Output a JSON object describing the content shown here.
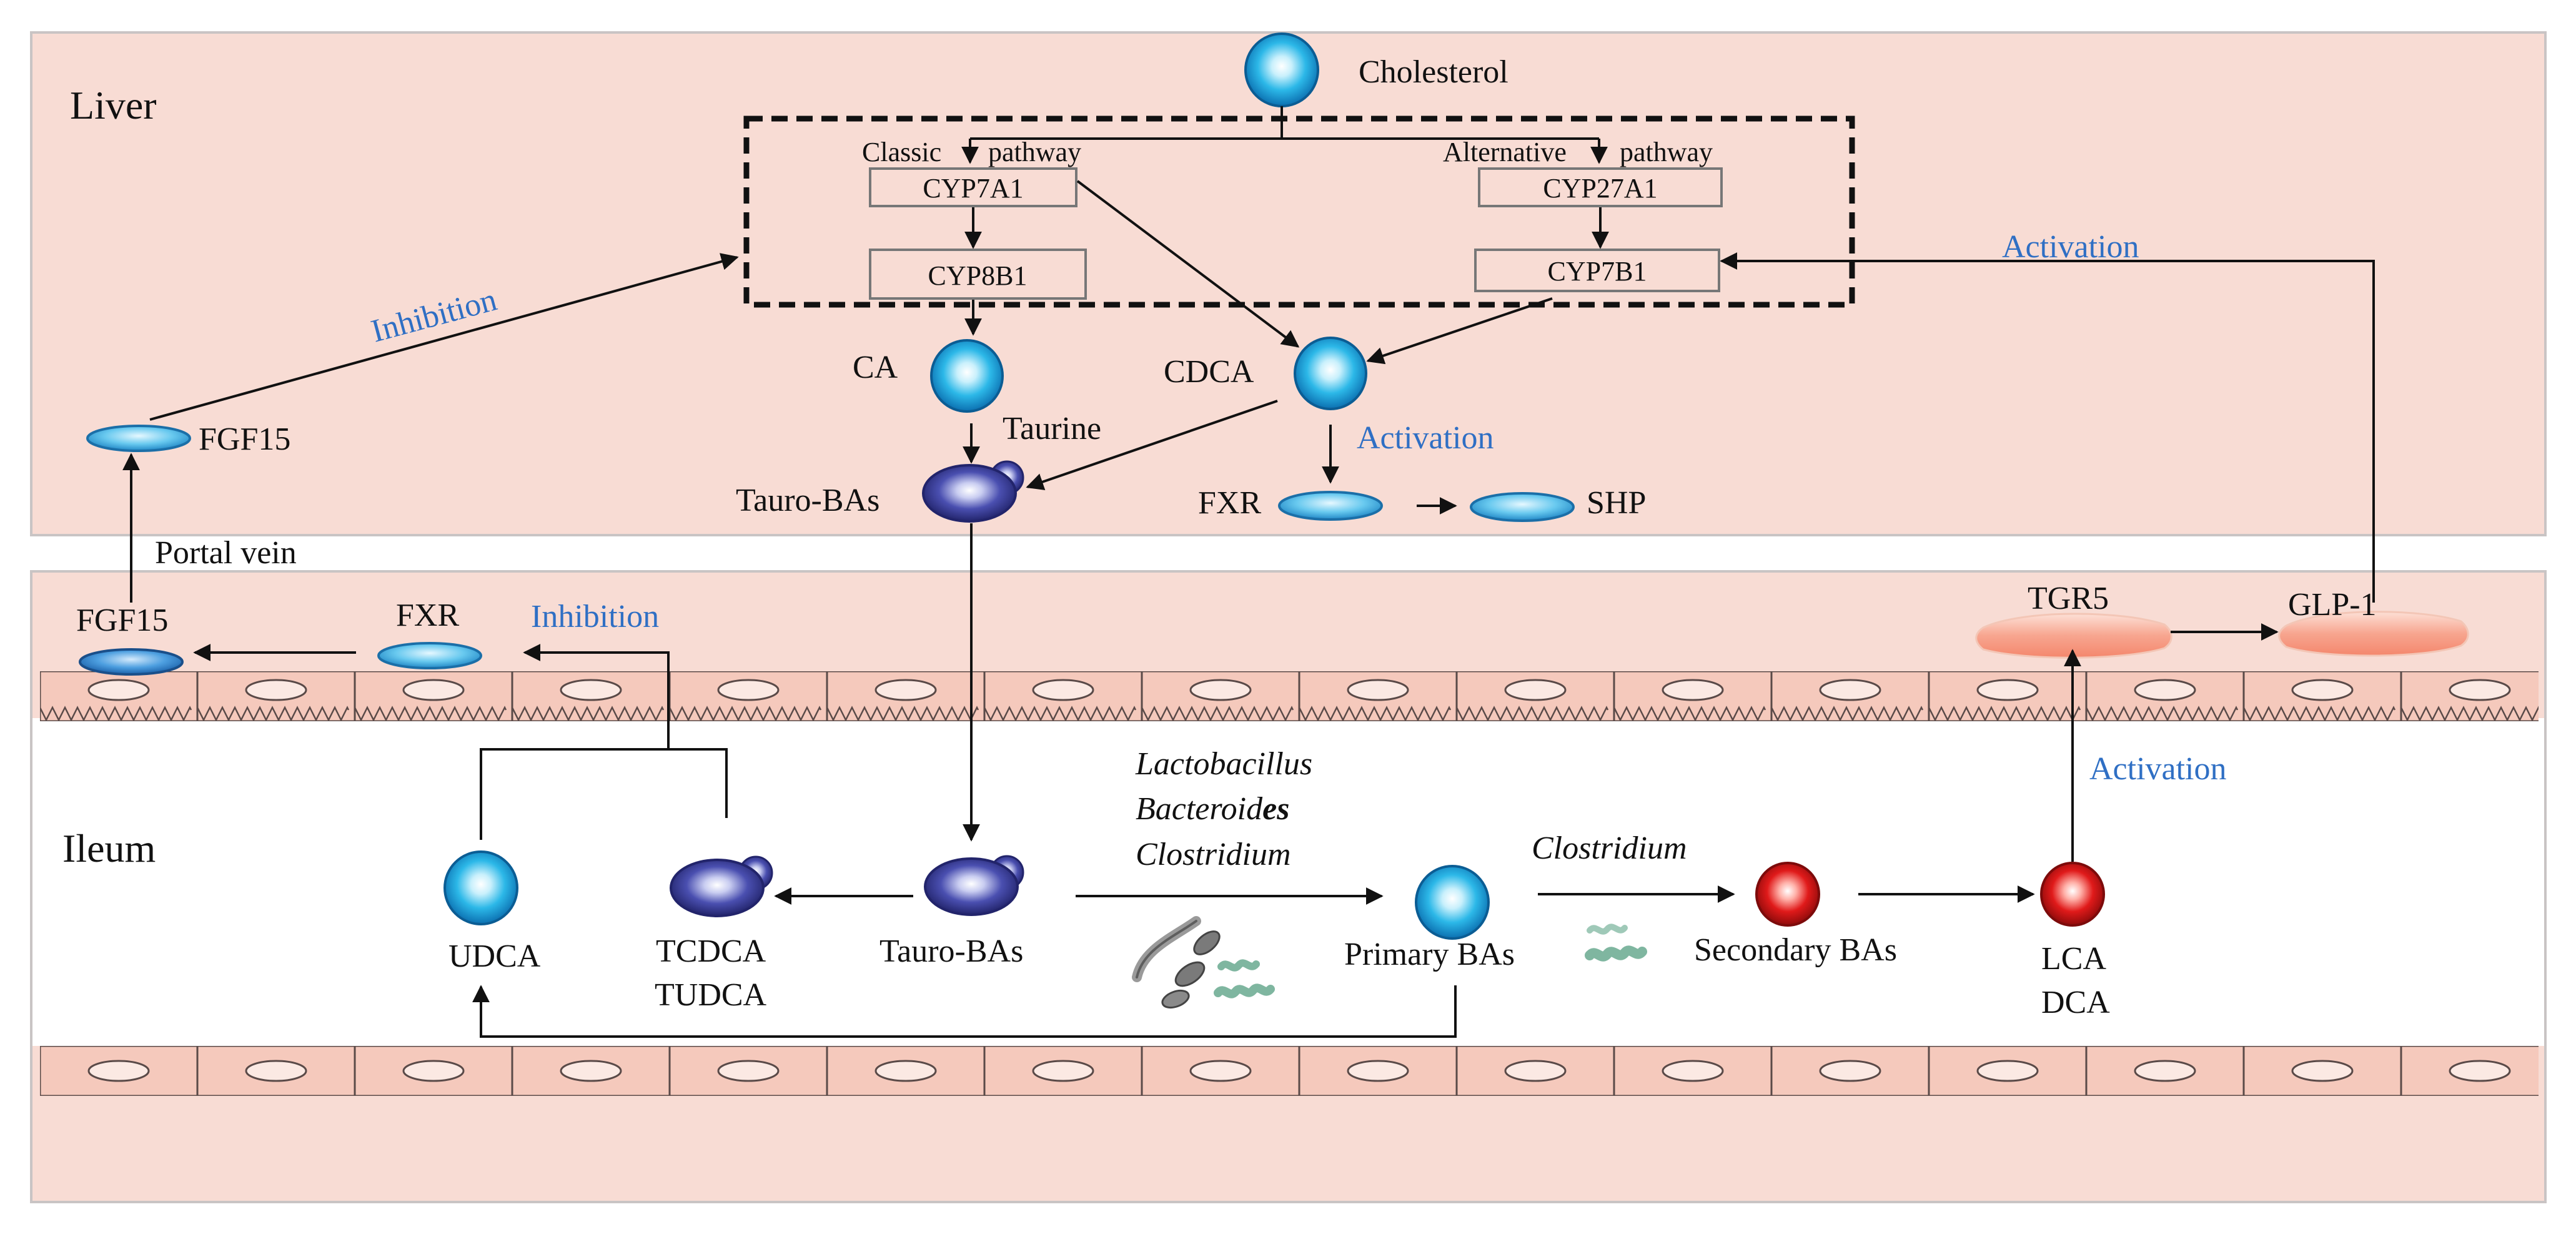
{
  "regions": {
    "liver": "Liver",
    "ileum": "Ileum"
  },
  "labels": {
    "cholesterol": "Cholesterol",
    "classic_pathway_1": "Classic",
    "classic_pathway_2": "pathway",
    "alternative_pathway_1": "Alternative",
    "alternative_pathway_2": "pathway",
    "cyp7a1": "CYP7A1",
    "cyp8b1": "CYP8B1",
    "cyp27a1": "CYP27A1",
    "cyp7b1": "CYP7B1",
    "ca": "CA",
    "cdca": "CDCA",
    "taurine": "Taurine",
    "tauro_bas_liver": "Tauro-BAs",
    "fxr_liver": "FXR",
    "shp": "SHP",
    "fgf15_liver": "FGF15",
    "portal_vein": "Portal vein",
    "fgf15_ileum": "FGF15",
    "fxr_ileum": "FXR",
    "tgr5": "TGR5",
    "glp1": "GLP-1",
    "udca": "UDCA",
    "tcdca": "TCDCA",
    "tudca": "TUDCA",
    "tauro_bas_ileum": "Tauro-BAs",
    "primary_bas": "Primary BAs",
    "secondary_bas": "Secondary BAs",
    "lca": "LCA",
    "dca": "DCA",
    "bacteria_1": "Lactobacillus",
    "bacteria_2_a": "Bacteroid",
    "bacteria_2_b": "es",
    "bacteria_3": "Clostridium",
    "bacteria_4": "Clostridium"
  },
  "annotations": {
    "inhibition_liver": "Inhibition",
    "activation_fxr": "Activation",
    "activation_glp1": "Activation",
    "inhibition_ileum": "Inhibition",
    "activation_tgr5": "Activation"
  },
  "colors": {
    "liver_bg": "#f8dcd4",
    "ileum_bg": "#f8dcd4",
    "annotation_blue": "#2f6fc4",
    "primary_ball": "#29b6e6",
    "conjugated_ball": "#3b3f9c",
    "secondary_ball": "#d81b1b",
    "receptor_pink": "#f6a48f"
  }
}
